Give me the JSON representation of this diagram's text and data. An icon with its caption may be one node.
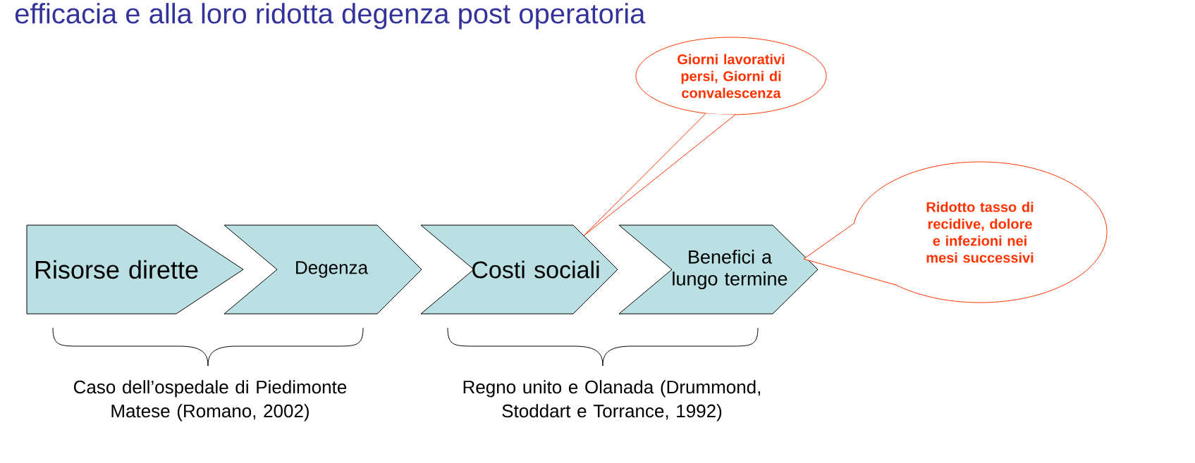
{
  "diagram": {
    "title": "efficacia e alla loro ridotta degenza post operatoria",
    "nodes": [
      {
        "text": [
          "Risorse dirette"
        ]
      },
      {
        "text": [
          "Degenza"
        ]
      },
      {
        "text": [
          "Costi sociali"
        ]
      },
      {
        "text": [
          "Benefici a lungo termine"
        ]
      },
      {
        "text": [
          "Giorni lavorativi persi, Giorni di convalescenza"
        ]
      },
      {
        "text": [
          "Ridotto tasso di recidive, dolore e infezioni nei mesi successivi"
        ]
      }
    ],
    "edges": [
      {
        "from": 4,
        "to": 2,
        "arrow": "none",
        "color": "#ff3300"
      },
      {
        "from": 5,
        "to": 3,
        "arrow": "none",
        "color": "#ff3300"
      }
    ],
    "labels": [
      "Caso dell’ospedale di Piedimonte Matese (Romano, 2002)",
      "Regno unito e Olanada (Drummond, Stoddart e Torrance, 1992)"
    ]
  }
}
